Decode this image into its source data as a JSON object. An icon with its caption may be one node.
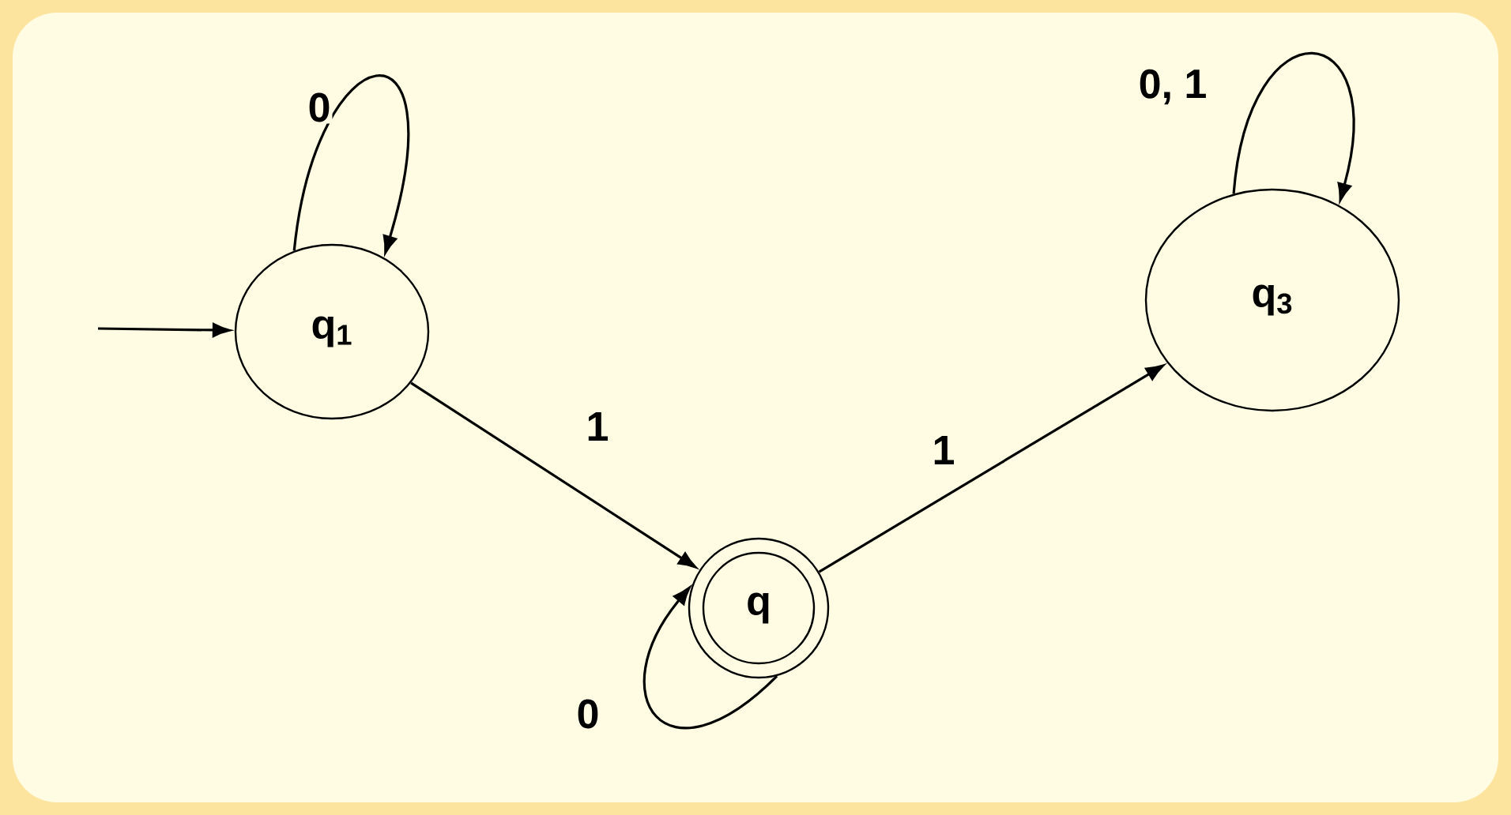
{
  "diagram": {
    "nodes": [
      {
        "text": [
          "q$_{1}$"
        ]
      },
      {
        "text": [
          "q"
        ]
      },
      {
        "text": [
          "q$_{3}$"
        ]
      }
    ],
    "edges": [
      {
        "from": null,
        "to": 0,
        "arrow": "to"
      },
      {
        "from": 0,
        "to": 0,
        "label": "0",
        "arrow": "to"
      },
      {
        "from": 0,
        "to": 1,
        "label": "1",
        "arrow": "to"
      },
      {
        "from": 1,
        "to": 1,
        "label": "0",
        "arrow": "to"
      },
      {
        "from": 1,
        "to": 2,
        "label": "1",
        "arrow": "to"
      },
      {
        "from": 2,
        "to": 2,
        "label": "0, 1",
        "arrow": "to"
      }
    ]
  }
}
